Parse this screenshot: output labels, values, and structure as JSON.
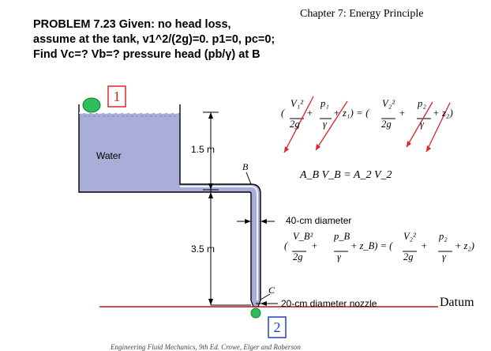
{
  "header": {
    "chapter": "Chapter 7: Energy Principle",
    "problem_lines": [
      "PROBLEM 7.23   Given:  no head loss,",
      "assume at the tank, v1^2/(2g)=0. p1=0, pc=0;",
      "Find Vc=? Vb=? pressure head (pb/γ) at B"
    ]
  },
  "figure": {
    "tank_label": "Water",
    "dim_upper": "1.5 m",
    "dim_lower": "3.5 m",
    "point_b": "B",
    "point_c": "C",
    "pipe_label": "40-cm diameter",
    "nozzle_label": "20-cm diameter nozzle",
    "datum_label": "Datum",
    "marker_1": "1",
    "marker_2": "2"
  },
  "equations": {
    "energy_12": "(V₁²/2g + p₁/γ + z₁) = (V₂²/2g + p₂/γ + z₂)",
    "continuity": "A_B V_B = A_2 V_2",
    "energy_b2": "(V_B²/2g + p_B/γ + z_B) = (V₂²/2g + p₂/γ + z₂)"
  },
  "footer_text": "Engineering Fluid Mechanics, 9th Ed. Crowe, Elger and Roberson",
  "colors": {
    "tank_fill": "#a9aed8",
    "marker_red": "#d9262b",
    "marker_blue": "#2340c8",
    "green_dot": "#2fbf5a",
    "slash_red": "#e0202a",
    "datum_line": "#c0161c"
  }
}
